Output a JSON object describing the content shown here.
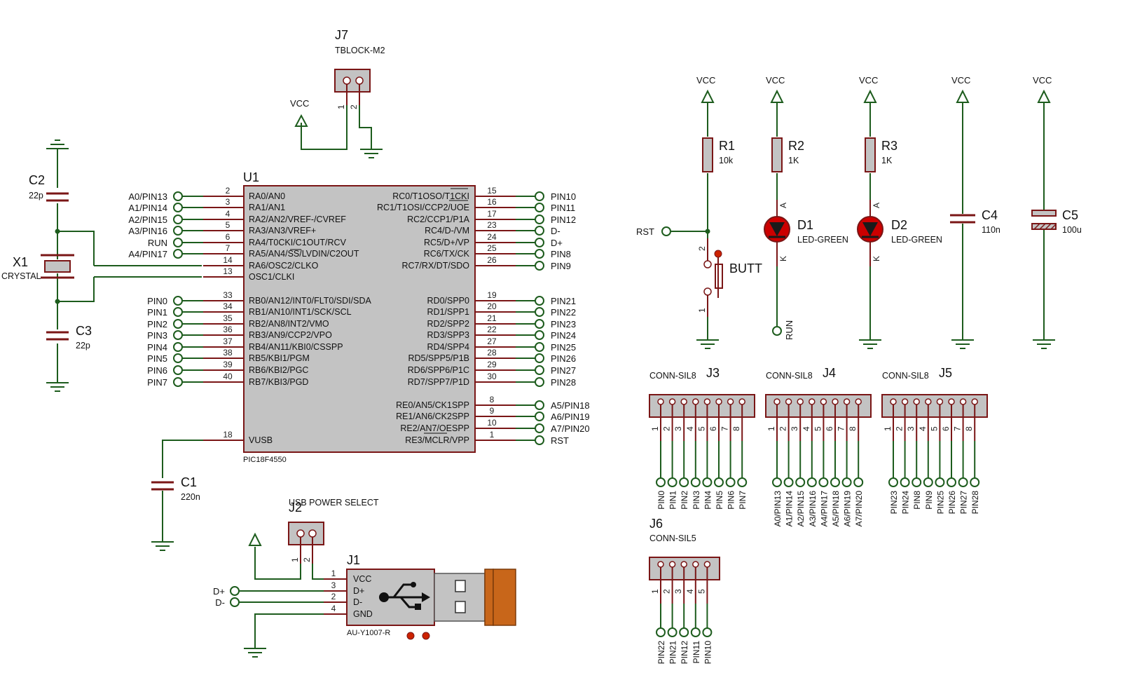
{
  "u1": {
    "ref": "U1",
    "part": "PIC18F4550",
    "left_pins": [
      {
        "num": "2",
        "label": "RA0/AN0",
        "net": "A0/PIN13"
      },
      {
        "num": "3",
        "label": "RA1/AN1",
        "net": "A1/PIN14"
      },
      {
        "num": "4",
        "label": "RA2/AN2/VREF-/CVREF",
        "net": "A2/PIN15"
      },
      {
        "num": "5",
        "label": "RA3/AN3/VREF+",
        "net": "A3/PIN16"
      },
      {
        "num": "6",
        "label": "RA4/T0CKI/C1OUT/RCV",
        "net": "RUN"
      },
      {
        "num": "7",
        "label": "RA5/AN4/SS/LVDIN/C2OUT",
        "net": "A4/PIN17"
      },
      {
        "num": "14",
        "label": "RA6/OSC2/CLKO",
        "net": ""
      },
      {
        "num": "13",
        "label": "OSC1/CLKI",
        "net": ""
      },
      {
        "num": "33",
        "label": "RB0/AN12/INT0/FLT0/SDI/SDA",
        "net": "PIN0"
      },
      {
        "num": "34",
        "label": "RB1/AN10/INT1/SCK/SCL",
        "net": "PIN1"
      },
      {
        "num": "35",
        "label": "RB2/AN8/INT2/VMO",
        "net": "PIN2"
      },
      {
        "num": "36",
        "label": "RB3/AN9/CCP2/VPO",
        "net": "PIN3"
      },
      {
        "num": "37",
        "label": "RB4/AN11/KBI0/CSSPP",
        "net": "PIN4"
      },
      {
        "num": "38",
        "label": "RB5/KBI1/PGM",
        "net": "PIN5"
      },
      {
        "num": "39",
        "label": "RB6/KBI2/PGC",
        "net": "PIN6"
      },
      {
        "num": "40",
        "label": "RB7/KBI3/PGD",
        "net": "PIN7"
      },
      {
        "num": "18",
        "label": "VUSB",
        "net": ""
      }
    ],
    "right_pins": [
      {
        "num": "15",
        "label": "RC0/T1OSO/T1CKI",
        "net": "PIN10"
      },
      {
        "num": "16",
        "label": "RC1/T1OSI/CCP2/UOE",
        "net": "PIN11"
      },
      {
        "num": "17",
        "label": "RC2/CCP1/P1A",
        "net": "PIN12"
      },
      {
        "num": "23",
        "label": "RC4/D-/VM",
        "net": "D-"
      },
      {
        "num": "24",
        "label": "RC5/D+/VP",
        "net": "D+"
      },
      {
        "num": "25",
        "label": "RC6/TX/CK",
        "net": "PIN8"
      },
      {
        "num": "26",
        "label": "RC7/RX/DT/SDO",
        "net": "PIN9"
      },
      {
        "num": "19",
        "label": "RD0/SPP0",
        "net": "PIN21"
      },
      {
        "num": "20",
        "label": "RD1/SPP1",
        "net": "PIN22"
      },
      {
        "num": "21",
        "label": "RD2/SPP2",
        "net": "PIN23"
      },
      {
        "num": "22",
        "label": "RD3/SPP3",
        "net": "PIN24"
      },
      {
        "num": "27",
        "label": "RD4/SPP4",
        "net": "PIN25"
      },
      {
        "num": "28",
        "label": "RD5/SPP5/P1B",
        "net": "PIN26"
      },
      {
        "num": "29",
        "label": "RD6/SPP6/P1C",
        "net": "PIN27"
      },
      {
        "num": "30",
        "label": "RD7/SPP7/P1D",
        "net": "PIN28"
      },
      {
        "num": "8",
        "label": "RE0/AN5/CK1SPP",
        "net": "A5/PIN18"
      },
      {
        "num": "9",
        "label": "RE1/AN6/CK2SPP",
        "net": "A6/PIN19"
      },
      {
        "num": "10",
        "label": "RE2/AN7/OESPP",
        "net": "A7/PIN20"
      },
      {
        "num": "1",
        "label": "RE3/MCLR/VPP",
        "net": "RST"
      }
    ]
  },
  "crystal": {
    "ref": "X1",
    "value": "CRYSTAL"
  },
  "c1": {
    "ref": "C1",
    "value": "220n"
  },
  "c2": {
    "ref": "C2",
    "value": "22p"
  },
  "c3": {
    "ref": "C3",
    "value": "22p"
  },
  "c4": {
    "ref": "C4",
    "value": "110n"
  },
  "c5": {
    "ref": "C5",
    "value": "100u"
  },
  "r1": {
    "ref": "R1",
    "value": "10k"
  },
  "r2": {
    "ref": "R2",
    "value": "1K"
  },
  "r3": {
    "ref": "R3",
    "value": "1K"
  },
  "d1": {
    "ref": "D1",
    "value": "LED-GREEN"
  },
  "d2": {
    "ref": "D2",
    "value": "LED-GREEN"
  },
  "diode_pins": {
    "anode": "A",
    "cathode": "K"
  },
  "button": {
    "label": "BUTT",
    "pin1": "1",
    "pin2": "2"
  },
  "rst_net": "RST",
  "run_net": "RUN",
  "vcc_label": "VCC",
  "j7": {
    "ref": "J7",
    "value": "TBLOCK-M2",
    "vcc": "VCC"
  },
  "j2": {
    "ref": "J2",
    "value": "USB POWER SELECT"
  },
  "two_pin_numbers": [
    "1",
    "2"
  ],
  "j1": {
    "ref": "J1",
    "part": "AU-Y1007-R",
    "pins": [
      {
        "num": "1",
        "label": "VCC",
        "net": ""
      },
      {
        "num": "3",
        "label": "D+",
        "net": "D+"
      },
      {
        "num": "2",
        "label": "D-",
        "net": "D-"
      },
      {
        "num": "4",
        "label": "GND",
        "net": ""
      }
    ]
  },
  "j3": {
    "ref": "J3",
    "value": "CONN-SIL8",
    "pin_numbers": [
      "1",
      "2",
      "3",
      "4",
      "5",
      "6",
      "7",
      "8"
    ],
    "nets": [
      "PIN0",
      "PIN1",
      "PIN2",
      "PIN3",
      "PIN4",
      "PIN5",
      "PIN6",
      "PIN7"
    ]
  },
  "j4": {
    "ref": "J4",
    "value": "CONN-SIL8",
    "pin_numbers": [
      "1",
      "2",
      "3",
      "4",
      "5",
      "6",
      "7",
      "8"
    ],
    "nets": [
      "A0/PIN13",
      "A1/PIN14",
      "A2/PIN15",
      "A3/PIN16",
      "A4/PIN17",
      "A5/PIN18",
      "A6/PIN19",
      "A7/PIN20"
    ]
  },
  "j5": {
    "ref": "J5",
    "value": "CONN-SIL8",
    "pin_numbers": [
      "1",
      "2",
      "3",
      "4",
      "5",
      "6",
      "7",
      "8"
    ],
    "nets": [
      "PIN23",
      "PIN24",
      "PIN8",
      "PIN9",
      "PIN25",
      "PIN26",
      "PIN27",
      "PIN28"
    ]
  },
  "j6": {
    "ref": "J6",
    "value": "CONN-SIL5",
    "pin_numbers": [
      "1",
      "2",
      "3",
      "4",
      "5"
    ],
    "nets": [
      "PIN22",
      "PIN21",
      "PIN12",
      "PIN11",
      "PIN10"
    ]
  },
  "colors": {
    "wire": "#1d5c1d",
    "component": "#7a1616",
    "body": "#c3c3c3",
    "led": "#cc0000",
    "usb_plug": "#c8661a"
  }
}
